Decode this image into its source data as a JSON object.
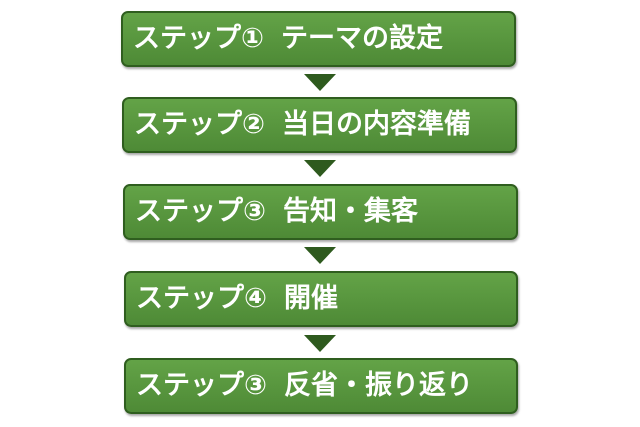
{
  "steps": [
    {
      "label": "ステップ①",
      "title": "テーマの設定"
    },
    {
      "label": "ステップ②",
      "title": "当日の内容準備"
    },
    {
      "label": "ステップ③",
      "title": "告知・集客"
    },
    {
      "label": "ステップ④",
      "title": "開催"
    },
    {
      "label": "ステップ③",
      "title": "反省・振り返り"
    }
  ],
  "colors": {
    "box_fill": "#5a9a40",
    "box_border": "#2f5e1f",
    "arrow": "#2e5a1e",
    "text": "#ffffff"
  }
}
